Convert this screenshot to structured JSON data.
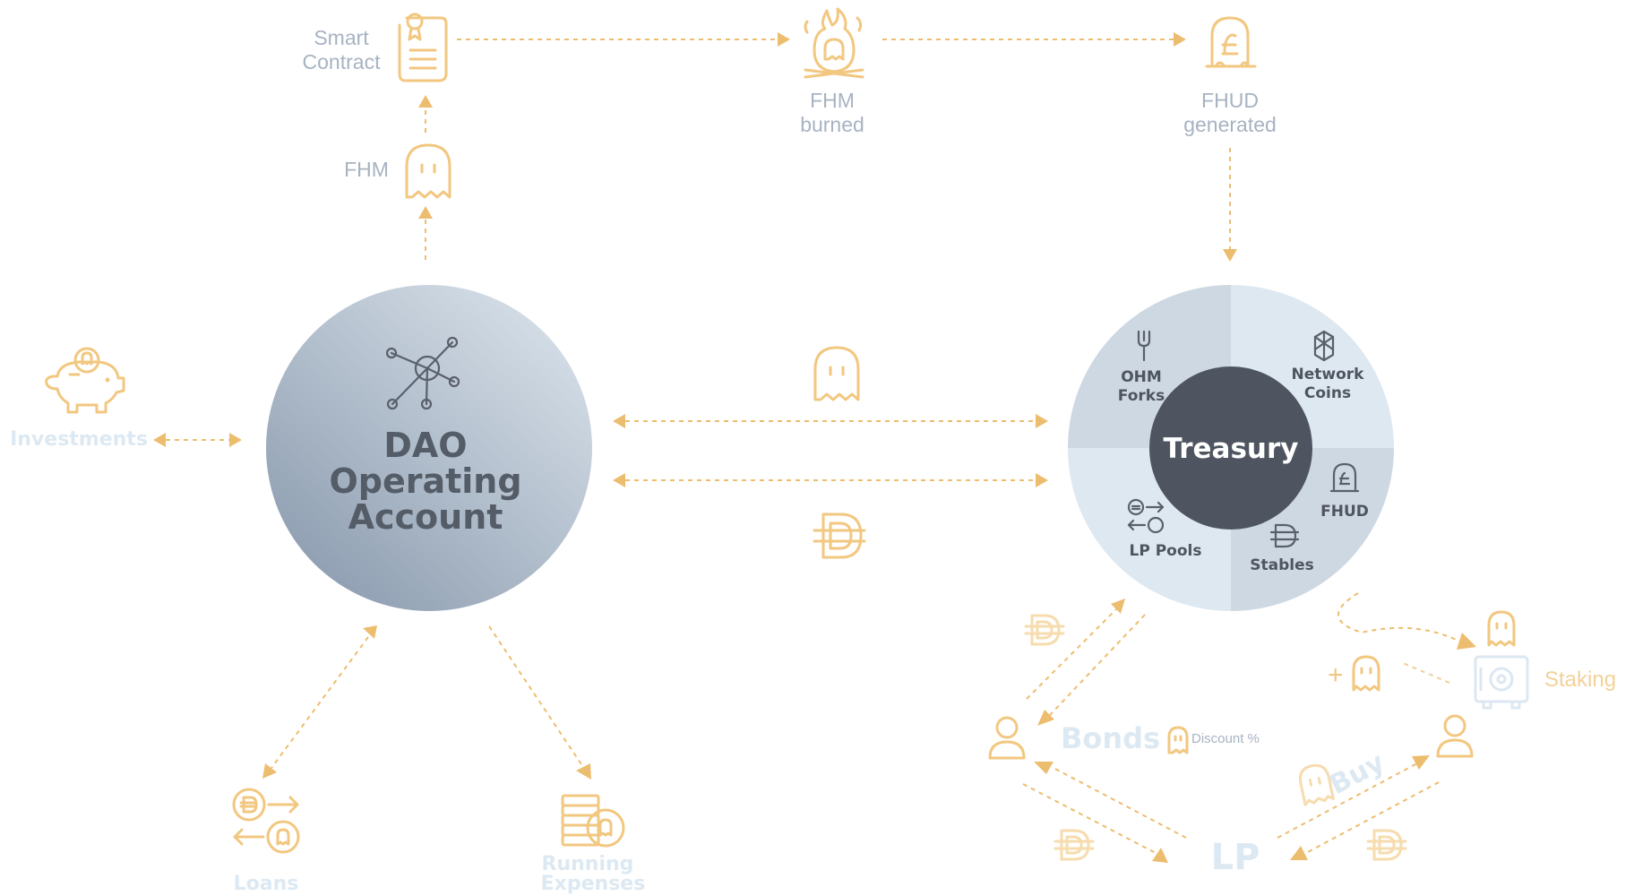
{
  "top_flow": {
    "smart_contract_line1": "Smart",
    "smart_contract_line2": "Contract",
    "fhm_burned_line1": "FHM",
    "fhm_burned_line2": "burned",
    "fhud_generated_line1": "FHUD",
    "fhud_generated_line2": "generated",
    "fhm_label": "FHM"
  },
  "dao": {
    "line1": "DAO",
    "line2": "Operating",
    "line3": "Account"
  },
  "left_items": {
    "investments": "Investments",
    "loans": "Loans",
    "running_line1": "Running",
    "running_line2": "Expenses"
  },
  "treasury": {
    "center": "Treasury",
    "ohm_forks_line1": "OHM",
    "ohm_forks_line2": "Forks",
    "network_coins_line1": "Network",
    "network_coins_line2": "Coins",
    "fhud": "FHUD",
    "stables": "Stables",
    "lp_pools": "LP Pools"
  },
  "bottom_right": {
    "bonds": "Bonds",
    "discount": "Discount %",
    "buy": "Buy",
    "lp": "LP",
    "staking": "Staking",
    "plus": "+"
  },
  "colors": {
    "accent": "#f2c780",
    "dao_gradient_start": "#8d9db0",
    "dao_gradient_end": "#d6dfe8",
    "treasury_center": "#4e5560",
    "treasury_quadrant_dark": "#cdd8e2",
    "treasury_quadrant_light": "#dee8f1"
  }
}
